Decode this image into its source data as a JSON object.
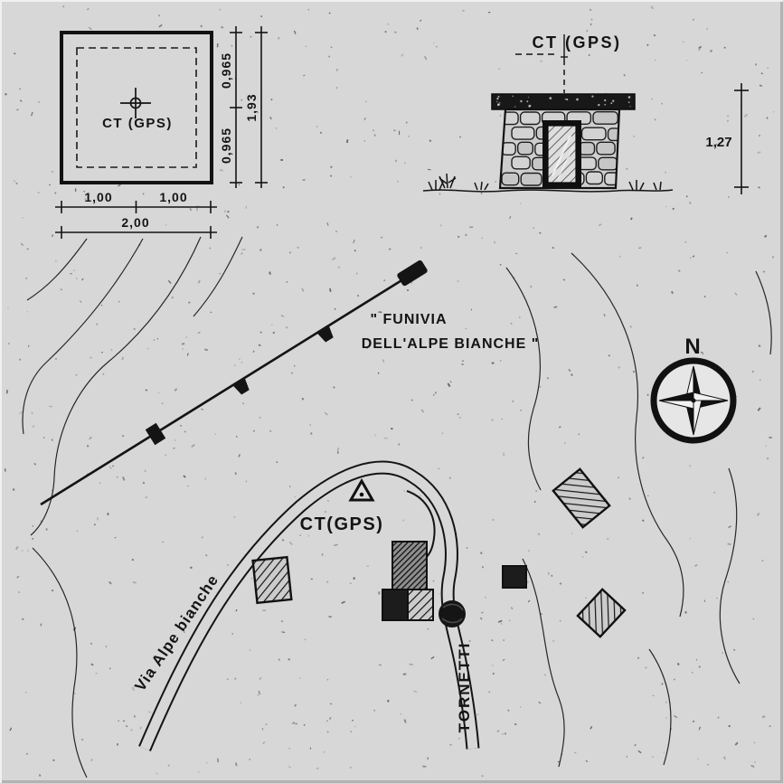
{
  "plan": {
    "label": "CT (GPS)",
    "dim_bottom_left": "1,00",
    "dim_bottom_right": "1,00",
    "dim_bottom_total": "2,00",
    "dim_right_upper": "0,965",
    "dim_right_lower": "0,965",
    "dim_right_total": "1,93"
  },
  "elevation": {
    "label": "CT (GPS)",
    "height": "1,27"
  },
  "map": {
    "cableway_line1": "\" FUNIVIA",
    "cableway_line2": "DELL'ALPE BIANCHE \"",
    "point_label": "CT(GPS)",
    "road_label": "Via Alpe bianche",
    "street_label": "TORNETTI",
    "north_label": "N"
  }
}
